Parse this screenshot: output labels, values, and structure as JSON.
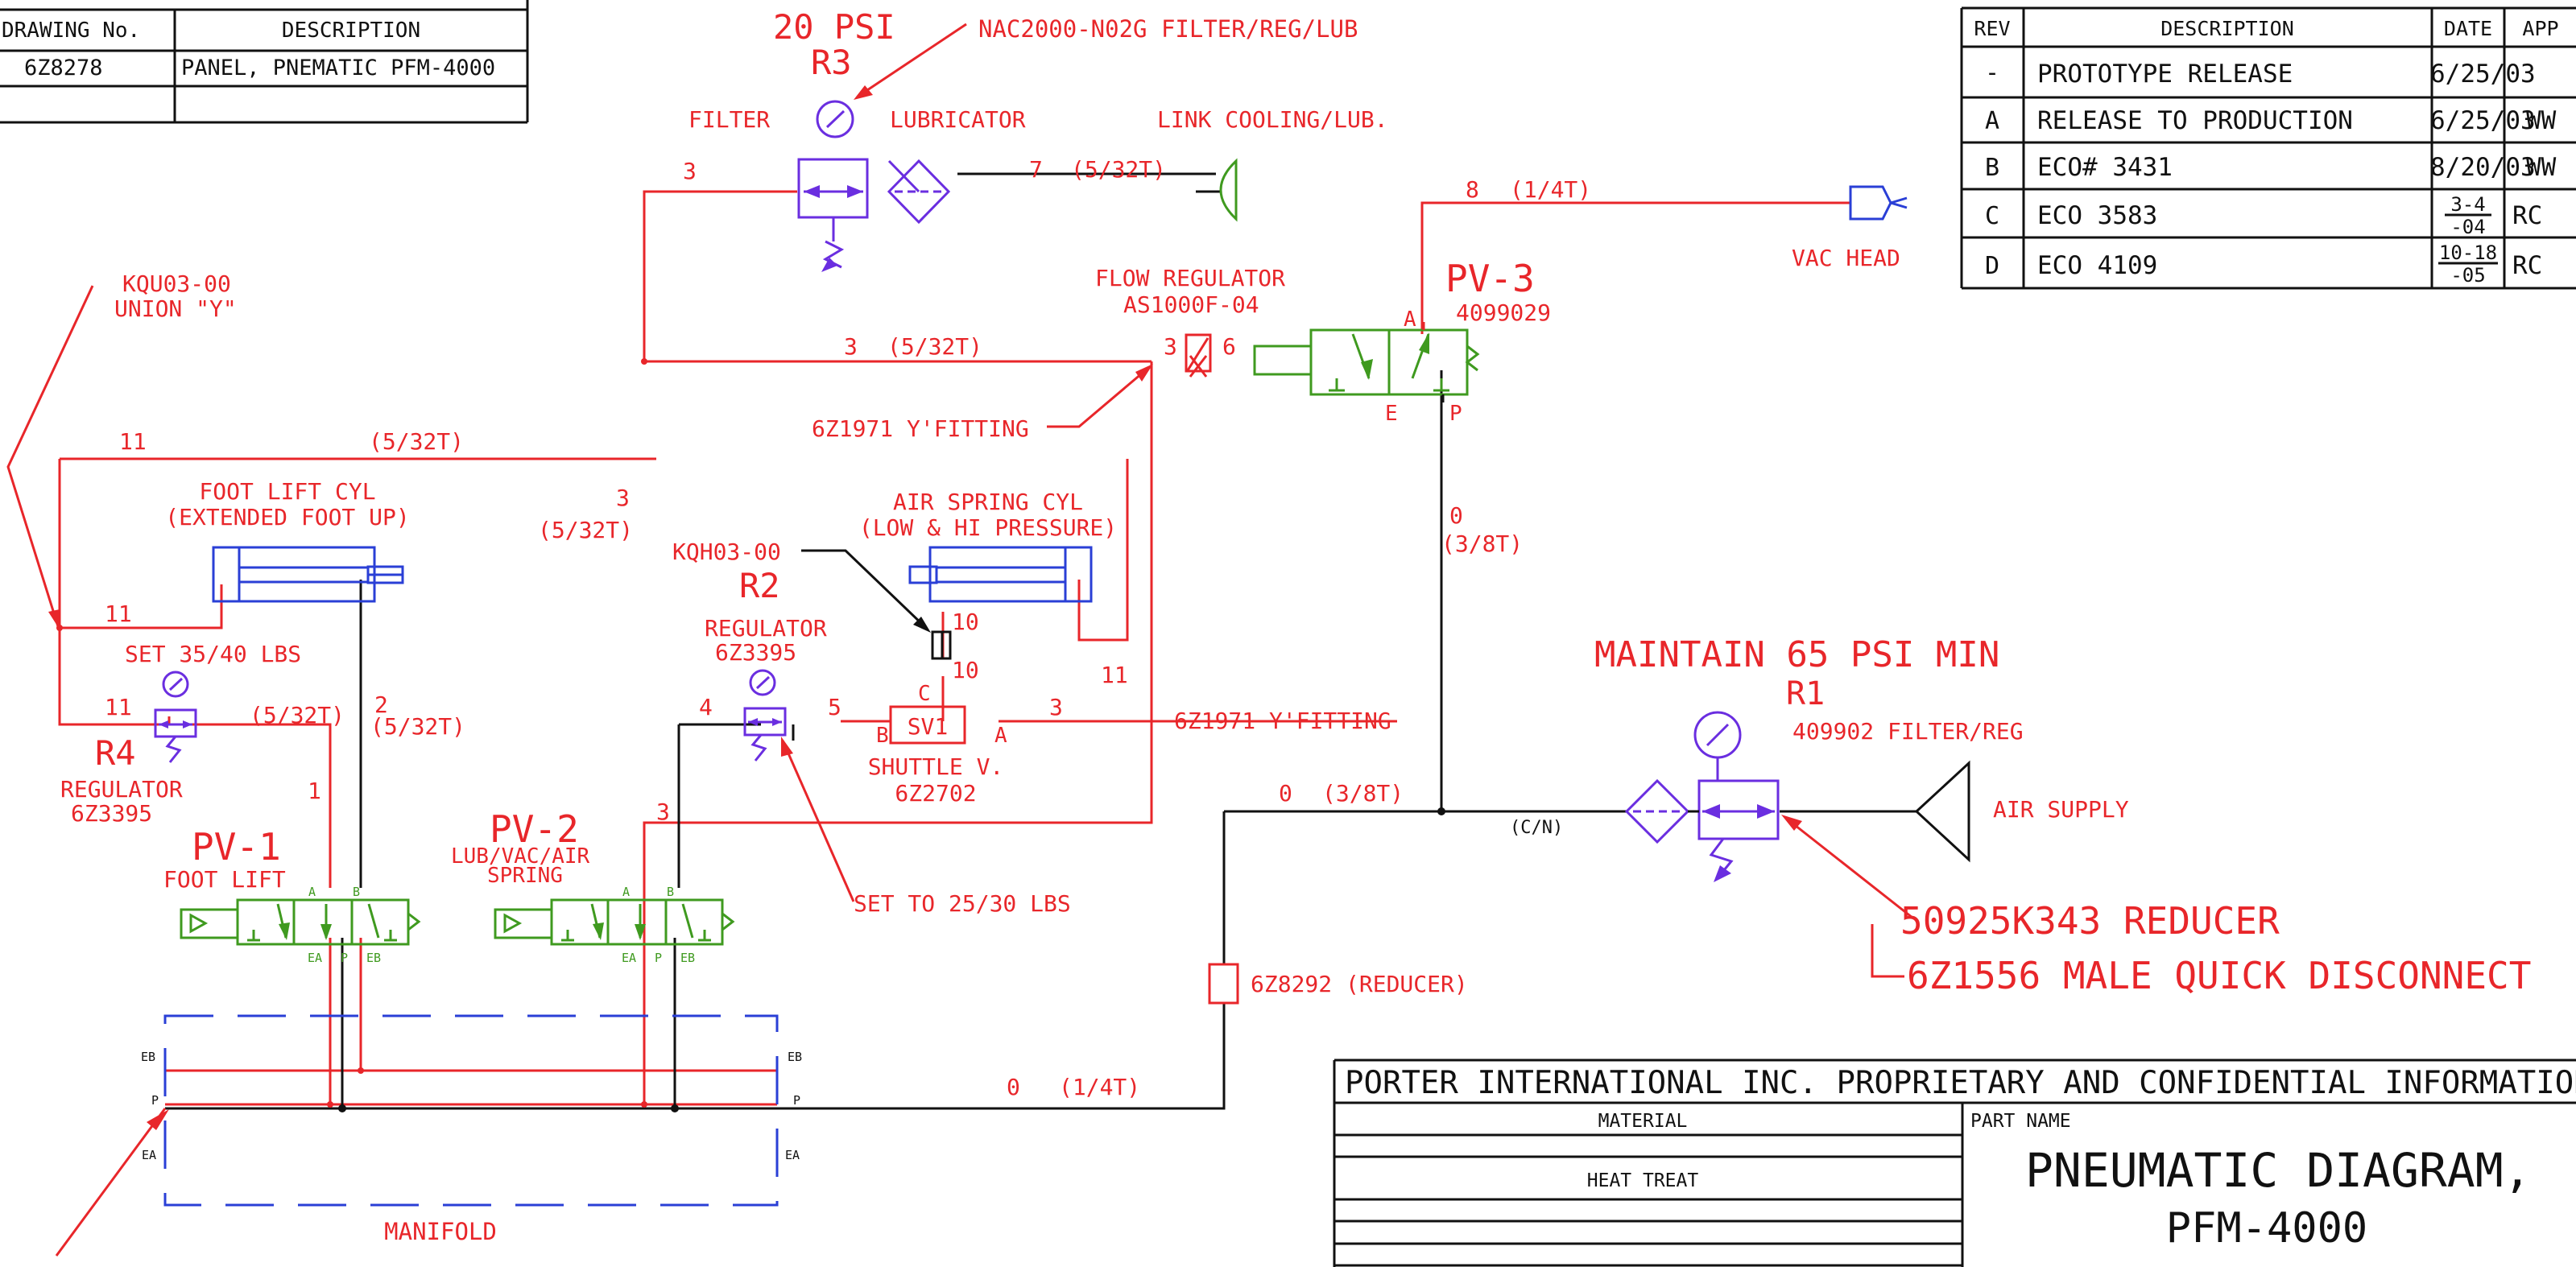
{
  "colors": {
    "red": "#e8262a",
    "black": "#111111",
    "purple": "#6a2ee0",
    "green": "#3f9a1f",
    "blue": "#2a3fd6"
  },
  "parts_table": {
    "headers": [
      "DRAWING No.",
      "DESCRIPTION"
    ],
    "rows": [
      [
        "6Z8278",
        "PANEL, PNEMATIC PFM-4000"
      ],
      [
        "",
        ""
      ]
    ]
  },
  "revision_table": {
    "headers": [
      "REV",
      "DESCRIPTION",
      "DATE",
      "APP"
    ],
    "rows": [
      {
        "rev": "-",
        "desc": "PROTOTYPE RELEASE",
        "date": "6/25/03",
        "app": ""
      },
      {
        "rev": "A",
        "desc": "RELEASE TO PRODUCTION",
        "date": "6/25/03",
        "app": "WW"
      },
      {
        "rev": "B",
        "desc": "ECO# 3431",
        "date": "8/20/03",
        "app": "WW"
      },
      {
        "rev": "C",
        "desc": "ECO 3583",
        "date_top": "3-4",
        "date_bot": "-04",
        "app": "RC"
      },
      {
        "rev": "D",
        "desc": "ECO 4109",
        "date_top": "10-18",
        "date_bot": "-05",
        "app": "RC"
      }
    ]
  },
  "title_block": {
    "banner": "PORTER INTERNATIONAL INC. PROPRIETARY AND CONFIDENTIAL INFORMATION",
    "material": "MATERIAL",
    "heat_treat": "HEAT TREAT",
    "part_name_label": "PART NAME",
    "part_name_line1": "PNEUMATIC DIAGRAM,",
    "part_name_line2": "PFM-4000"
  },
  "labels": {
    "r3_psi": "20 PSI",
    "r3": "R3",
    "nac": "NAC2000-N02G FILTER/REG/LUB",
    "filter": "FILTER",
    "lubricator": "LUBRICATOR",
    "link_cooling": "LINK COOLING/LUB.",
    "l7": "7",
    "l7t": "(5/32T)",
    "l3a": "3",
    "l8": "8",
    "l8t": "(1/4T)",
    "vac_head": "VAC HEAD",
    "flow_reg": "FLOW REGULATOR",
    "flow_reg_part": "AS1000F-04",
    "pv3": "PV-3",
    "pv3_part": "4099029",
    "fr3": "3",
    "fr6": "6",
    "pv3_a": "A",
    "pv3_e": "E",
    "pv3_p": "P",
    "l3b": "3",
    "l3bt": "(5/32T)",
    "kqu": "KQU03-00",
    "union_y": "UNION \"Y\"",
    "yfit1": "6Z1971 Y'FITTING",
    "l11a": "11",
    "l11at": "(5/32T)",
    "l3c": "3",
    "l3ct": "(5/32T)",
    "foot_lift_cyl": "FOOT LIFT CYL",
    "foot_lift_ext": "(EXTENDED FOOT UP)",
    "air_spring_cyl": "AIR SPRING  CYL",
    "air_spring_press": "(LOW & HI PRESSURE)",
    "kqh": "KQH03-00",
    "r2": "R2",
    "reg2": "REGULATOR",
    "reg2_part": "6Z3395",
    "l10a": "10",
    "l10b": "10",
    "l11b": "11",
    "l11c": "11",
    "l0a": "0",
    "l0at": "(3/8T)",
    "maintain": "MAINTAIN 65 PSI MIN",
    "r1": "R1",
    "r1_part": "409902 FILTER/REG",
    "set3540": "SET 35/40 LBS",
    "l11d": "11",
    "l11dt": "(5/32T)",
    "l2": "2",
    "l2t": "(5/32T)",
    "r4": "R4",
    "reg4": "REGULATOR",
    "reg4_part": "6Z3395",
    "l4": "4",
    "l5": "5",
    "sv_b": "B",
    "sv1": "SV1",
    "sv_a": "A",
    "sv_c": "C",
    "l3d": "3",
    "shuttle": "SHUTTLE V.",
    "shuttle_part": "6Z2702",
    "yfit2": "6Z1971 Y'FITTING",
    "l0b": "0",
    "l0bt": "(3/8T)",
    "cn": "(C/N)",
    "air_supply": "AIR SUPPLY",
    "l1": "1",
    "pv1": "PV-1",
    "pv1_name": "FOOT LIFT",
    "pv2": "PV-2",
    "pv2_name1": "LUB/VAC/AIR",
    "pv2_name2": "SPRING",
    "l3e": "3",
    "set2530": "SET TO 25/30 LBS",
    "reducer1": "50925K343 REDUCER",
    "quick_disc": "6Z1556 MALE QUICK DISCONNECT",
    "reducer2": "6Z8292 (REDUCER)",
    "l0c": "0",
    "l0ct": "(1/4T)",
    "manifold": "MANIFOLD",
    "m_eb_l": "EB",
    "m_p_l": "P",
    "m_ea_l": "EA",
    "m_eb_r": "EB",
    "m_p_r": "P",
    "m_ea_r": "EA",
    "v_a": "A",
    "v_b": "B",
    "v_ea": "EA",
    "v_p": "P",
    "v_eb": "EB",
    "v2_a": "A",
    "v2_b": "B",
    "v2_ea": "EA",
    "v2_p": "P",
    "v2_eb": "EB"
  }
}
